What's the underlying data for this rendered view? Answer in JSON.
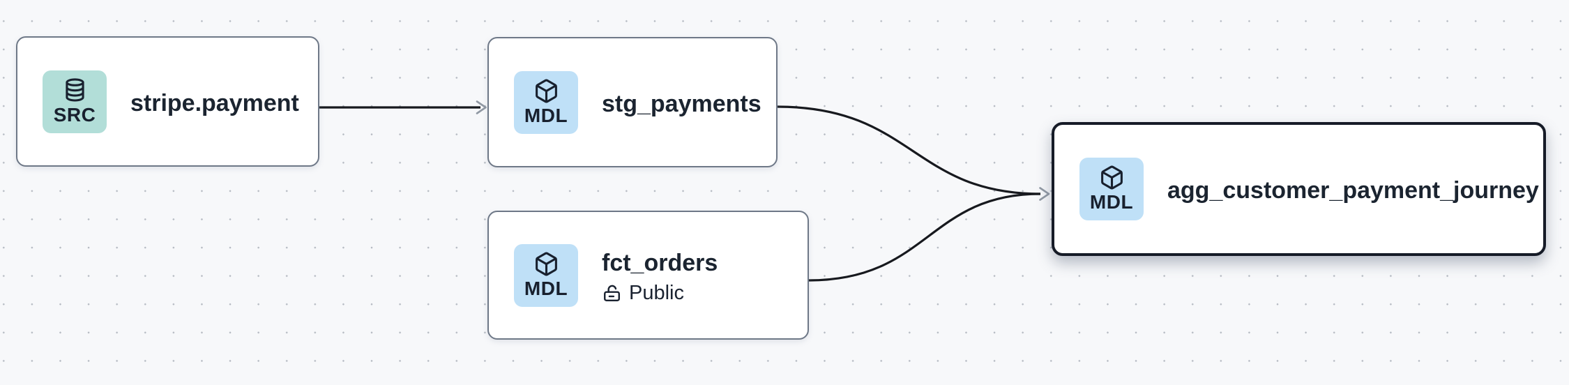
{
  "canvas": {
    "background_color": "#f7f8fa",
    "dot_color": "#b5bac2"
  },
  "colors": {
    "node_border": "#6e7887",
    "selected_node_border": "#161b27",
    "node_background": "#ffffff",
    "title_text": "#1b2430",
    "edge": "#17191e",
    "arrowhead": "#9098a3",
    "badge_src_background": "#b2ded8",
    "badge_mdl_background": "#bfe0f7"
  },
  "nodes": [
    {
      "title": "stripe.payment",
      "badge_label": "SRC",
      "badge_icon": "database-icon",
      "selected": false
    },
    {
      "title": "stg_payments",
      "badge_label": "MDL",
      "badge_icon": "cube-icon",
      "selected": false
    },
    {
      "title": "fct_orders",
      "badge_label": "MDL",
      "badge_icon": "cube-icon",
      "access": "Public",
      "access_icon": "lock-open-icon",
      "selected": false
    },
    {
      "title": "agg_customer_payment_journey",
      "badge_label": "MDL",
      "badge_icon": "cube-icon",
      "selected": true
    }
  ],
  "edges": [
    {
      "from": "stripe.payment",
      "to": "stg_payments"
    },
    {
      "from": "stg_payments",
      "to": "agg_customer_payment_journey"
    },
    {
      "from": "fct_orders",
      "to": "agg_customer_payment_journey"
    }
  ]
}
